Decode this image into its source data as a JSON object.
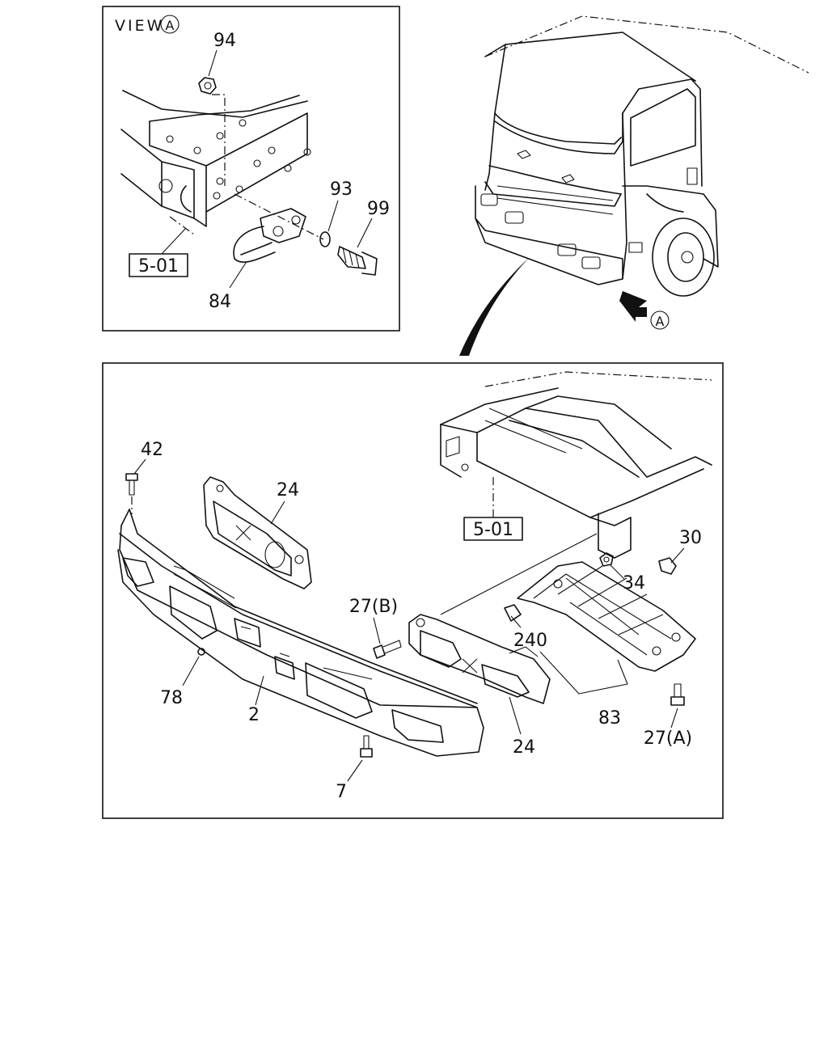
{
  "view": {
    "prefix": "VIEW",
    "marker": "A"
  },
  "arrow_marker": "A",
  "frame_refs": {
    "top": "5-01",
    "bottom": "5-01"
  },
  "callouts": {
    "p94": "94",
    "p93": "93",
    "p99": "99",
    "p84": "84",
    "p42": "42",
    "p24_upper": "24",
    "p24_lower": "24",
    "p30": "30",
    "p34": "34",
    "p27b": "27(B)",
    "p240": "240",
    "p78": "78",
    "p2": "2",
    "p83": "83",
    "p27a": "27(A)",
    "p7": "7"
  }
}
